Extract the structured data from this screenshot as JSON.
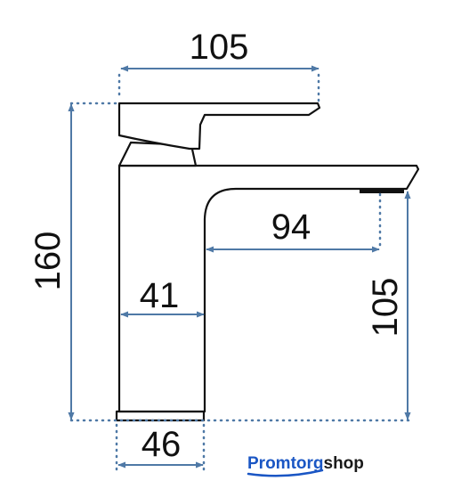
{
  "dimensions": {
    "top_width": "105",
    "height_total": "160",
    "spout_reach": "94",
    "spout_height": "105",
    "body_width": "41",
    "base_width": "46"
  },
  "logo": {
    "part1": "Promtorg",
    "part2": "shop",
    "color_part1": "#1a56c4",
    "color_part2": "#1a1a1a"
  },
  "colors": {
    "dimension_lines": "#4f79a6",
    "outline": "#111111"
  }
}
